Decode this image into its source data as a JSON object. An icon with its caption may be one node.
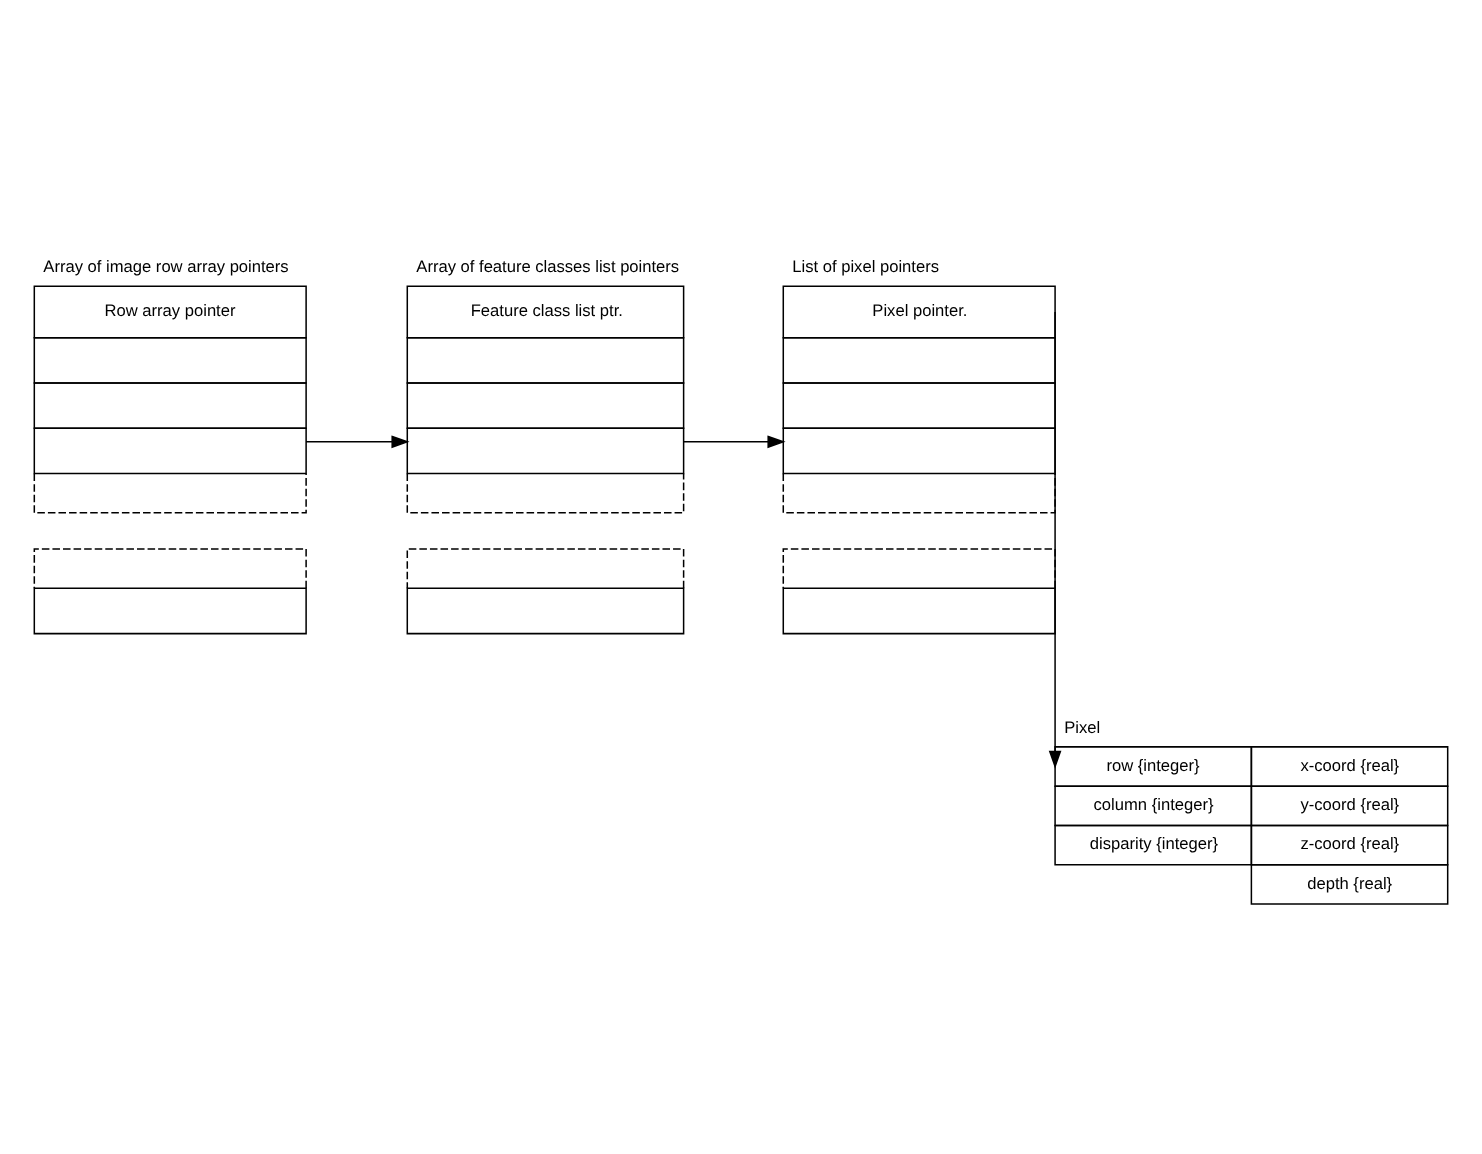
{
  "diagram": {
    "nodes": [
      {
        "text": [
          "Array of image row array pointers",
          "Row array pointer"
        ]
      },
      {
        "text": [
          "Array of feature classes list pointers",
          "Feature class list ptr."
        ]
      },
      {
        "text": [
          "List of pixel pointers",
          "Pixel pointer."
        ]
      },
      {
        "text": [
          "Pixel",
          "row {integer}",
          "x-coord {real}",
          "column {integer}",
          "y-coord {real}",
          "disparity {integer}",
          "z-coord {real}",
          "depth {real}"
        ]
      }
    ],
    "edges": [
      {
        "from": 0,
        "to": 1,
        "arrow": "to"
      },
      {
        "from": 1,
        "to": 2,
        "arrow": "to"
      },
      {
        "from": 2,
        "to": 3,
        "arrow": "to"
      }
    ]
  }
}
